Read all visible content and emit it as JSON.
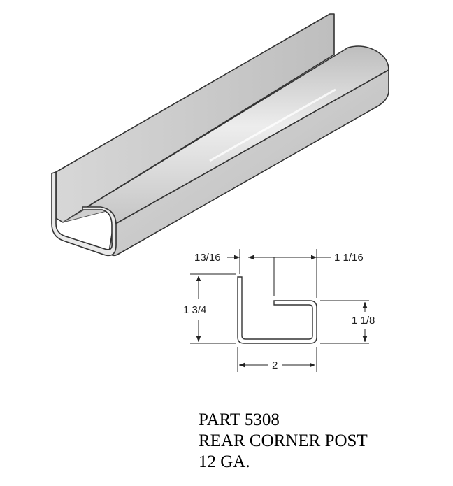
{
  "dimensions": {
    "top_left": "13/16",
    "top_right": "1 1/16",
    "left_height": "1 3/4",
    "right_height": "1 1/8",
    "bottom_width": "2"
  },
  "caption": {
    "part": "PART 5308",
    "name": "REAR CORNER POST",
    "gauge": "12 GA."
  },
  "colors": {
    "metal_light": "#e4e4e4",
    "metal_mid": "#c9c9c9",
    "metal_dark": "#a9a9a9",
    "outline": "#333333"
  }
}
